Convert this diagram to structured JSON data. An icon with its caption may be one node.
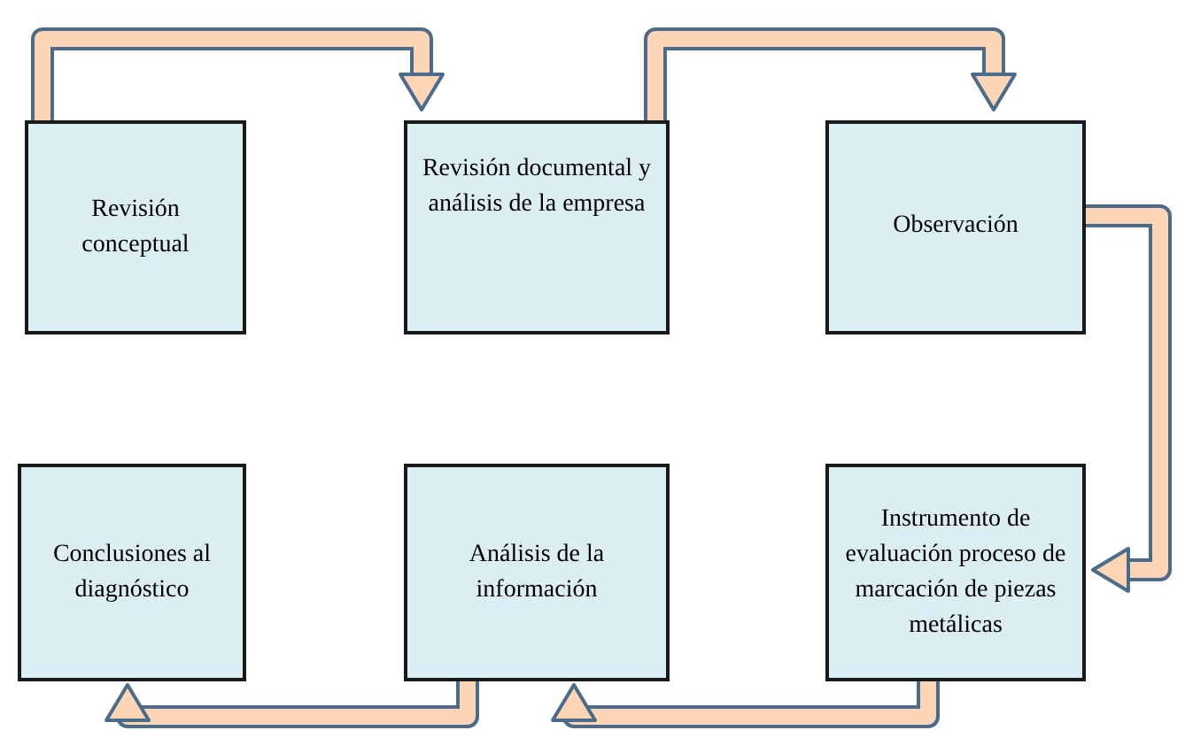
{
  "diagram": {
    "nodes": [
      {
        "text": [
          "Revisión conceptual"
        ]
      },
      {
        "text": [
          "Revisión documental y análisis de la empresa"
        ]
      },
      {
        "text": [
          "Observación"
        ]
      },
      {
        "text": [
          "Instrumento de evaluación proceso de marcación de piezas metálicas"
        ]
      },
      {
        "text": [
          "Análisis de la información"
        ]
      },
      {
        "text": [
          "Conclusiones al diagnóstico"
        ]
      }
    ],
    "edges": [
      {
        "from": 0,
        "to": 1,
        "arrow": "to"
      },
      {
        "from": 1,
        "to": 2,
        "arrow": "to"
      },
      {
        "from": 2,
        "to": 3,
        "arrow": "to"
      },
      {
        "from": 3,
        "to": 4,
        "arrow": "to"
      },
      {
        "from": 4,
        "to": 5,
        "arrow": "to"
      }
    ]
  }
}
